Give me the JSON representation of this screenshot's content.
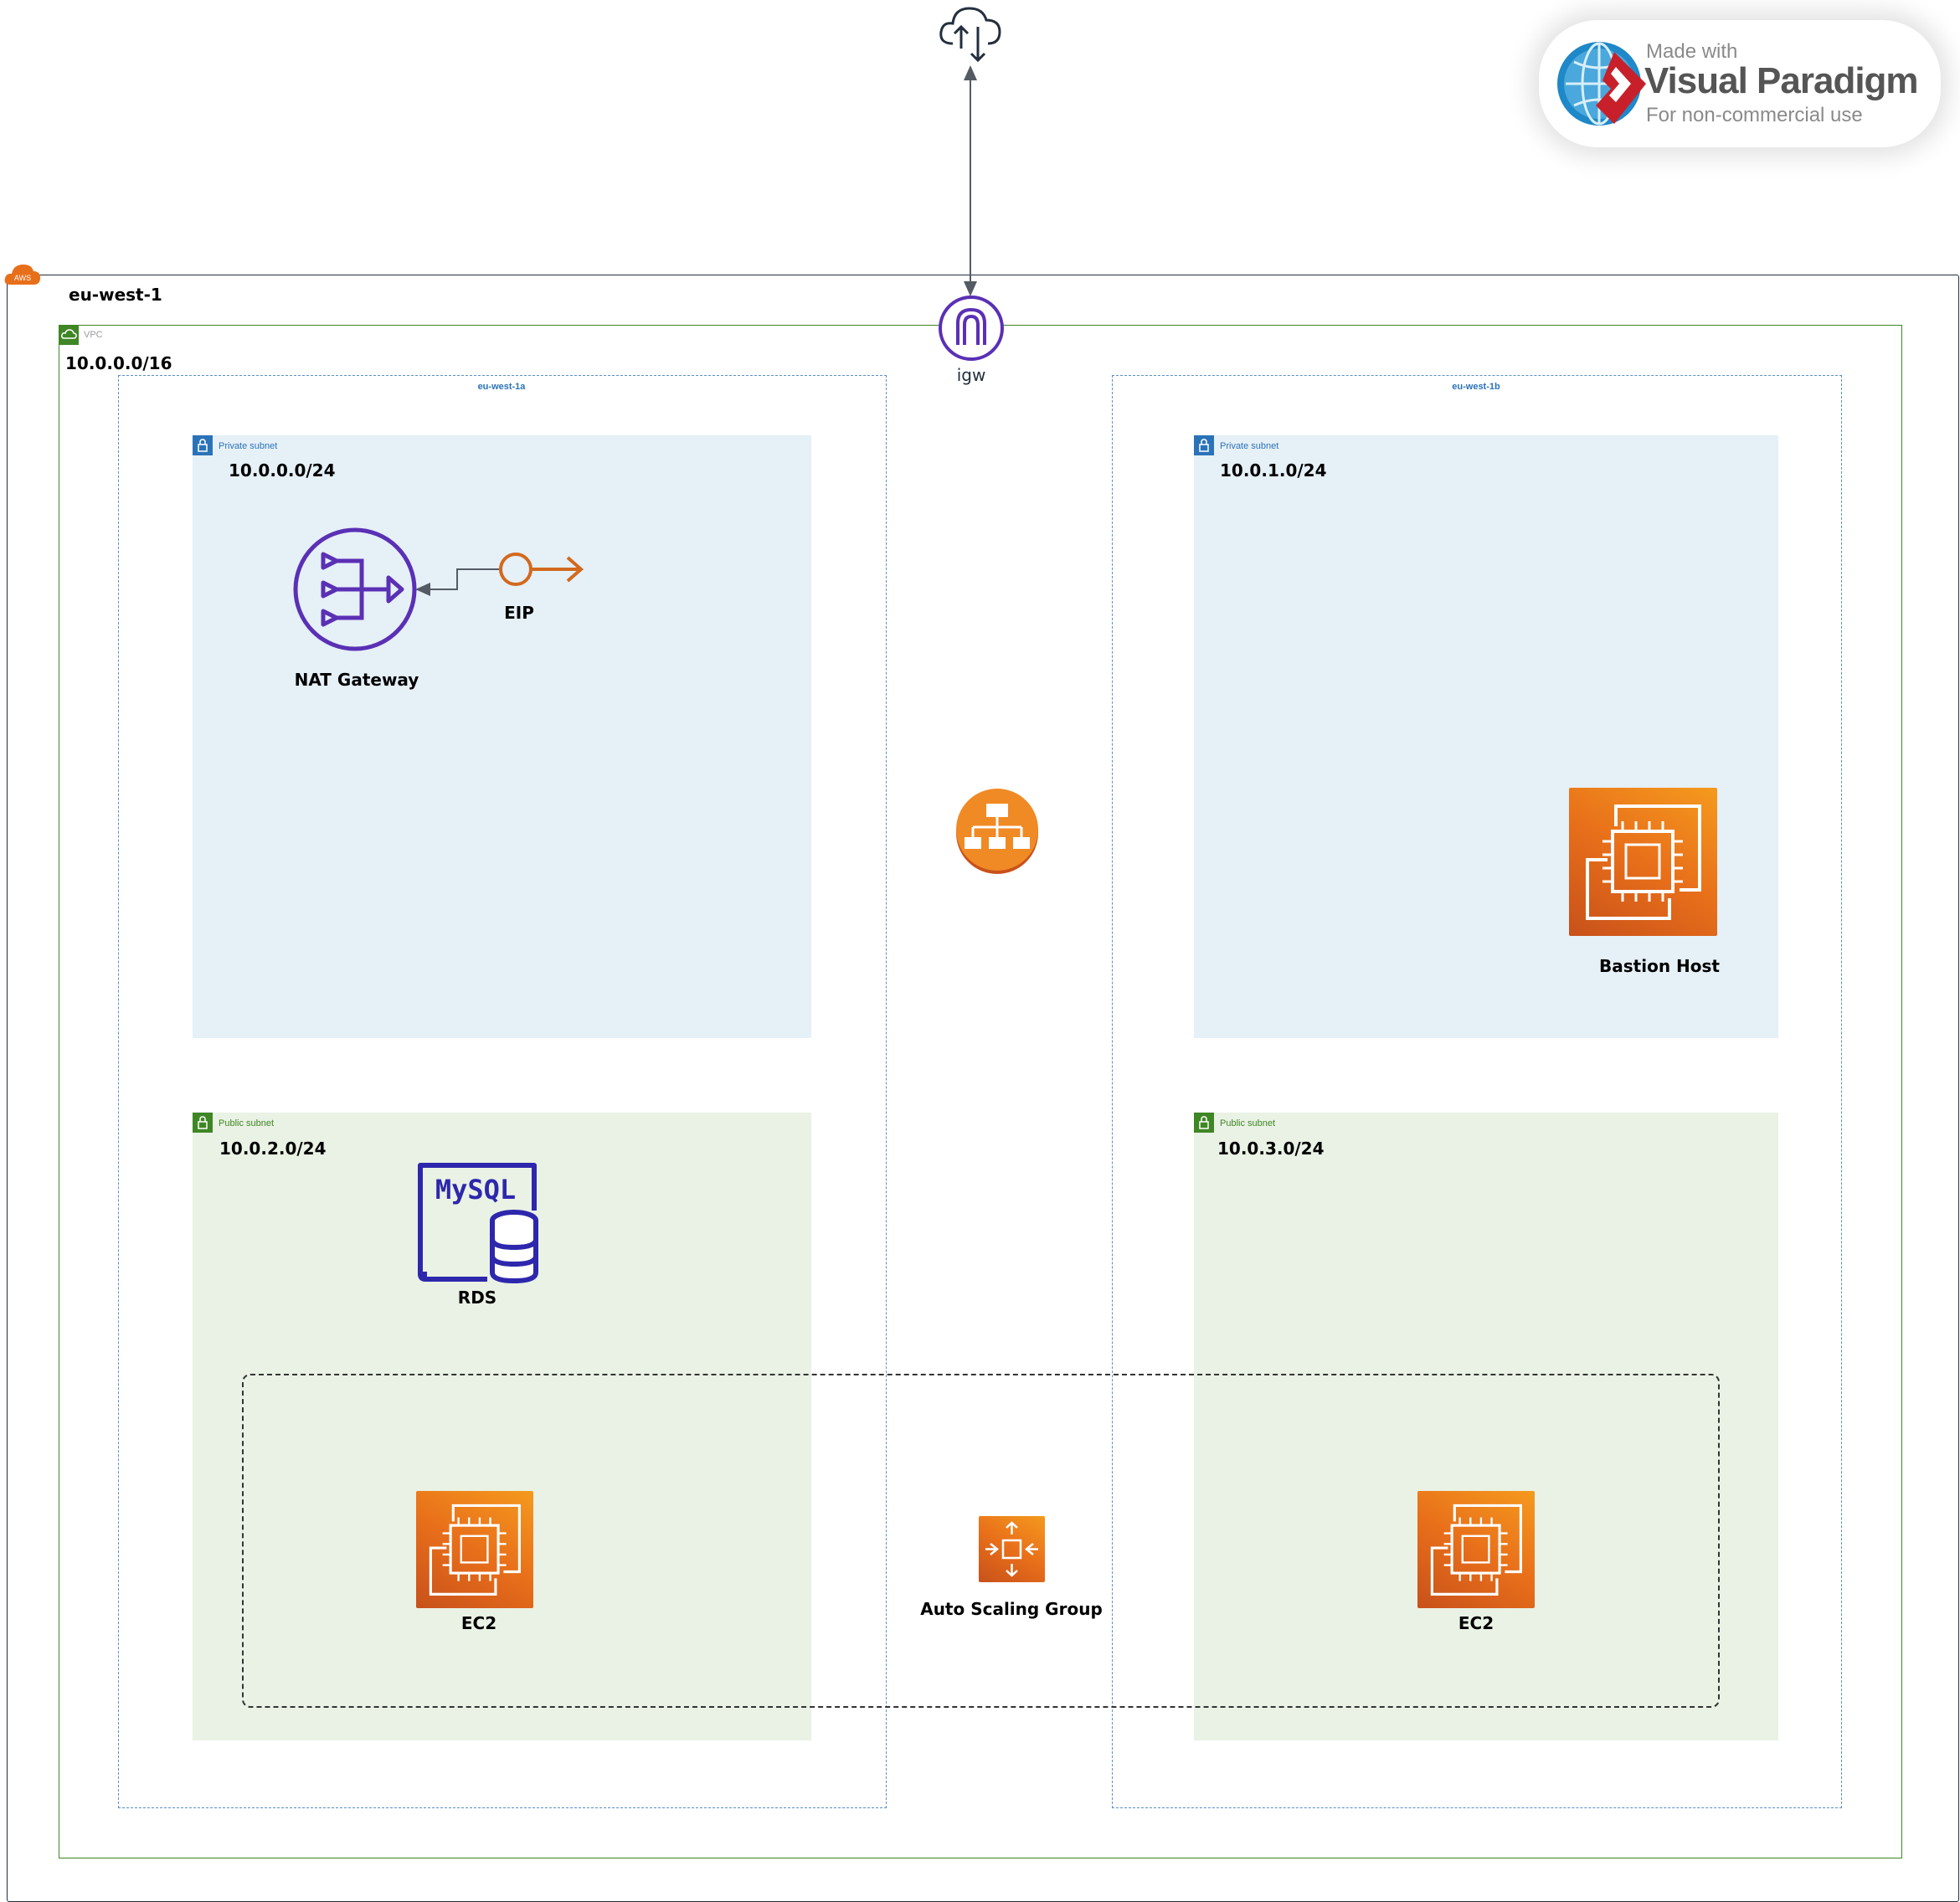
{
  "watermark": {
    "line1": "Made with",
    "line2": "Visual Paradigm",
    "line3": "For non-commercial use"
  },
  "region": {
    "label": "eu-west-1",
    "badge": "AWS"
  },
  "vpc": {
    "label": "VPC",
    "cidr": "10.0.0.0/16"
  },
  "igw": {
    "label": "igw"
  },
  "zones": [
    {
      "label": "eu-west-1a",
      "private_subnet": {
        "label": "Private subnet",
        "cidr": "10.0.0.0/24"
      },
      "public_subnet": {
        "label": "Public subnet",
        "cidr": "10.0.2.0/24"
      }
    },
    {
      "label": "eu-west-1b",
      "private_subnet": {
        "label": "Private subnet",
        "cidr": "10.0.1.0/24"
      },
      "public_subnet": {
        "label": "Public subnet",
        "cidr": "10.0.3.0/24"
      }
    }
  ],
  "resources": {
    "nat_gateway": "NAT Gateway",
    "eip": "EIP",
    "bastion": "Bastion Host",
    "rds": "RDS",
    "rds_engine": "MySQL",
    "ec2_left": "EC2",
    "ec2_right": "EC2",
    "asg": "Auto Scaling Group"
  },
  "colors": {
    "region_border": "#232f3e",
    "vpc_green": "#3f8624",
    "az_blue": "#5a8fc4",
    "private_fill": "#e6f0f7",
    "public_fill": "#e9f2e4",
    "aws_orange": "#e86f1a",
    "purple": "#5a30b5",
    "rds_blue": "#2e27ad"
  }
}
